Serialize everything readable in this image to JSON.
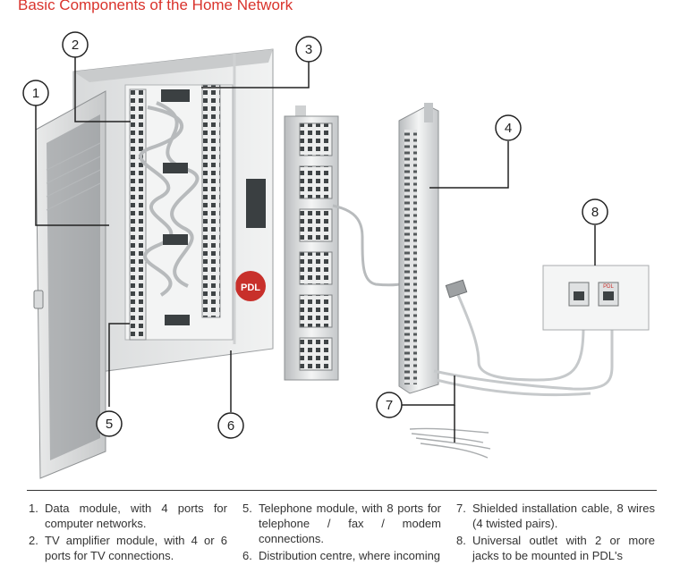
{
  "title": "Basic Components of the Home Network",
  "callouts": [
    "1",
    "2",
    "3",
    "4",
    "5",
    "6",
    "7",
    "8"
  ],
  "panel_logo_text": "PDL",
  "outlet_label": "PDL",
  "legend": {
    "col1": [
      {
        "num": "1.",
        "text": "Data module, with 4 ports for computer networks."
      },
      {
        "num": "2.",
        "text": "TV amplifier module, with 4 or 6 ports for TV connections."
      }
    ],
    "col2": [
      {
        "num": "5.",
        "text": "Telephone module, with 8 ports for telephone / fax / modem connections."
      },
      {
        "num": "6.",
        "text": "Distribution centre, where incoming"
      }
    ],
    "col3": [
      {
        "num": "7.",
        "text": "Shielded installation cable, 8 wires (4 twisted pairs)."
      },
      {
        "num": "8.",
        "text": "Universal outlet with 2 or more jacks to be mounted in PDL's"
      }
    ]
  }
}
